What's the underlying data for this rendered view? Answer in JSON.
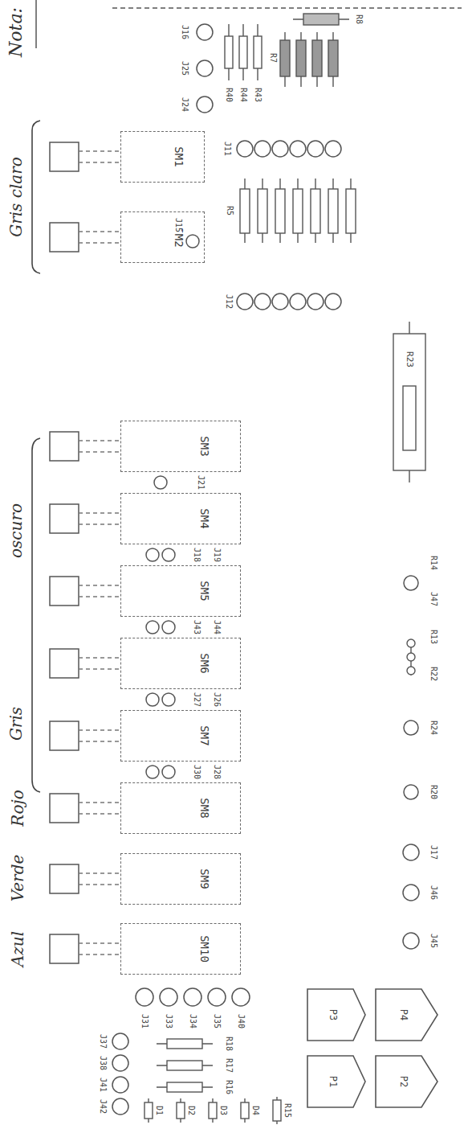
{
  "diagram": {
    "nodes": [
      {
        "text": [
          "SM1"
        ]
      },
      {
        "text": [
          "SM2"
        ]
      },
      {
        "text": [
          "SM3"
        ]
      },
      {
        "text": [
          "SM4"
        ]
      },
      {
        "text": [
          "SM5"
        ]
      },
      {
        "text": [
          "SM6"
        ]
      },
      {
        "text": [
          "SM7"
        ]
      },
      {
        "text": [
          "SM8"
        ]
      },
      {
        "text": [
          "SM9"
        ]
      },
      {
        "text": [
          "SM10"
        ]
      }
    ],
    "labels": [
      "Azul",
      "Verde",
      "Rojo",
      "Gris",
      "oscuro",
      "Gris claro",
      "Nota:",
      "J16",
      "J25",
      "J24",
      "R40",
      "R44",
      "R43",
      "R7",
      "R8",
      "J11",
      "R5",
      "J12",
      "J15",
      "J21",
      "J18",
      "J19",
      "J43",
      "J44",
      "J27",
      "J26",
      "J30",
      "J28",
      "R23",
      "R14",
      "J47",
      "R13",
      "R22",
      "R24",
      "R20",
      "J17",
      "J46",
      "J45",
      "J31",
      "J33",
      "J34",
      "J35",
      "J40",
      "R18",
      "R17",
      "R16",
      "P3",
      "P1",
      "P4",
      "P2",
      "J37",
      "J38",
      "J41",
      "J42",
      "D1",
      "D2",
      "D3",
      "D4",
      "R15"
    ]
  }
}
